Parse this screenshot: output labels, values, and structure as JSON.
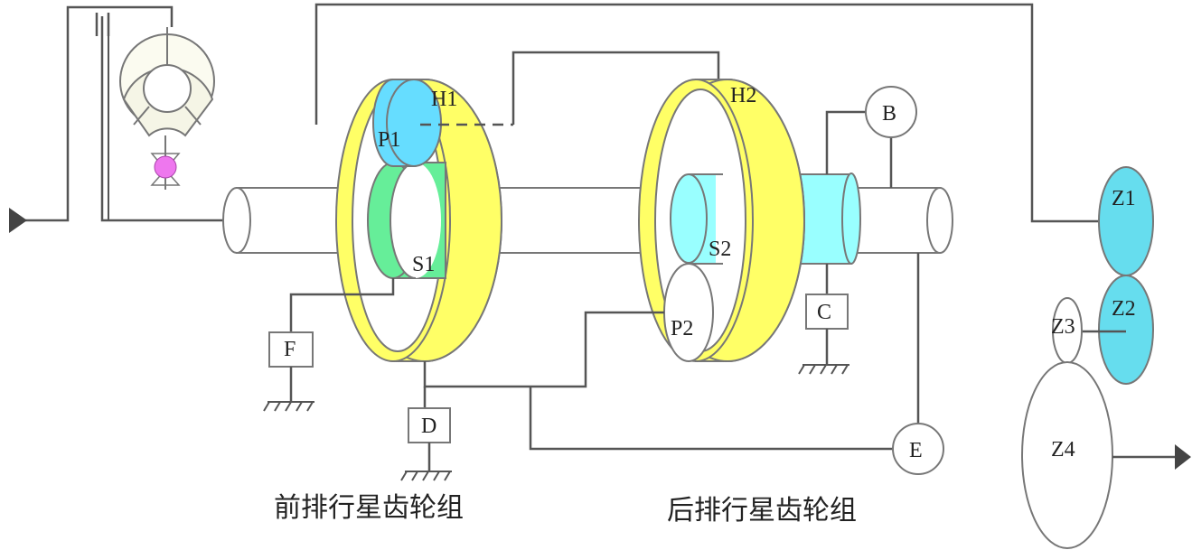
{
  "labels": {
    "h1": "H1",
    "h2": "H2",
    "p1": "P1",
    "p2": "P2",
    "s1": "S1",
    "s2": "S2",
    "b": "B",
    "c": "C",
    "d": "D",
    "e": "E",
    "f": "F",
    "z1": "Z1",
    "z2": "Z2",
    "z3": "Z3",
    "z4": "Z4"
  },
  "captions": {
    "front": "前排行星齿轮组",
    "rear": "后排行星齿轮组"
  },
  "colors": {
    "ring": "#ffff66",
    "planet_p1": "#66ddff",
    "sun_s1": "#66ee99",
    "sun_s2": "#99ffff",
    "gear_z": "#66ddee",
    "line": "#555555",
    "pump_knob": "#ee77ee"
  },
  "icons": [
    "input-arrow",
    "output-arrow",
    "torque-converter",
    "ground-symbol"
  ]
}
